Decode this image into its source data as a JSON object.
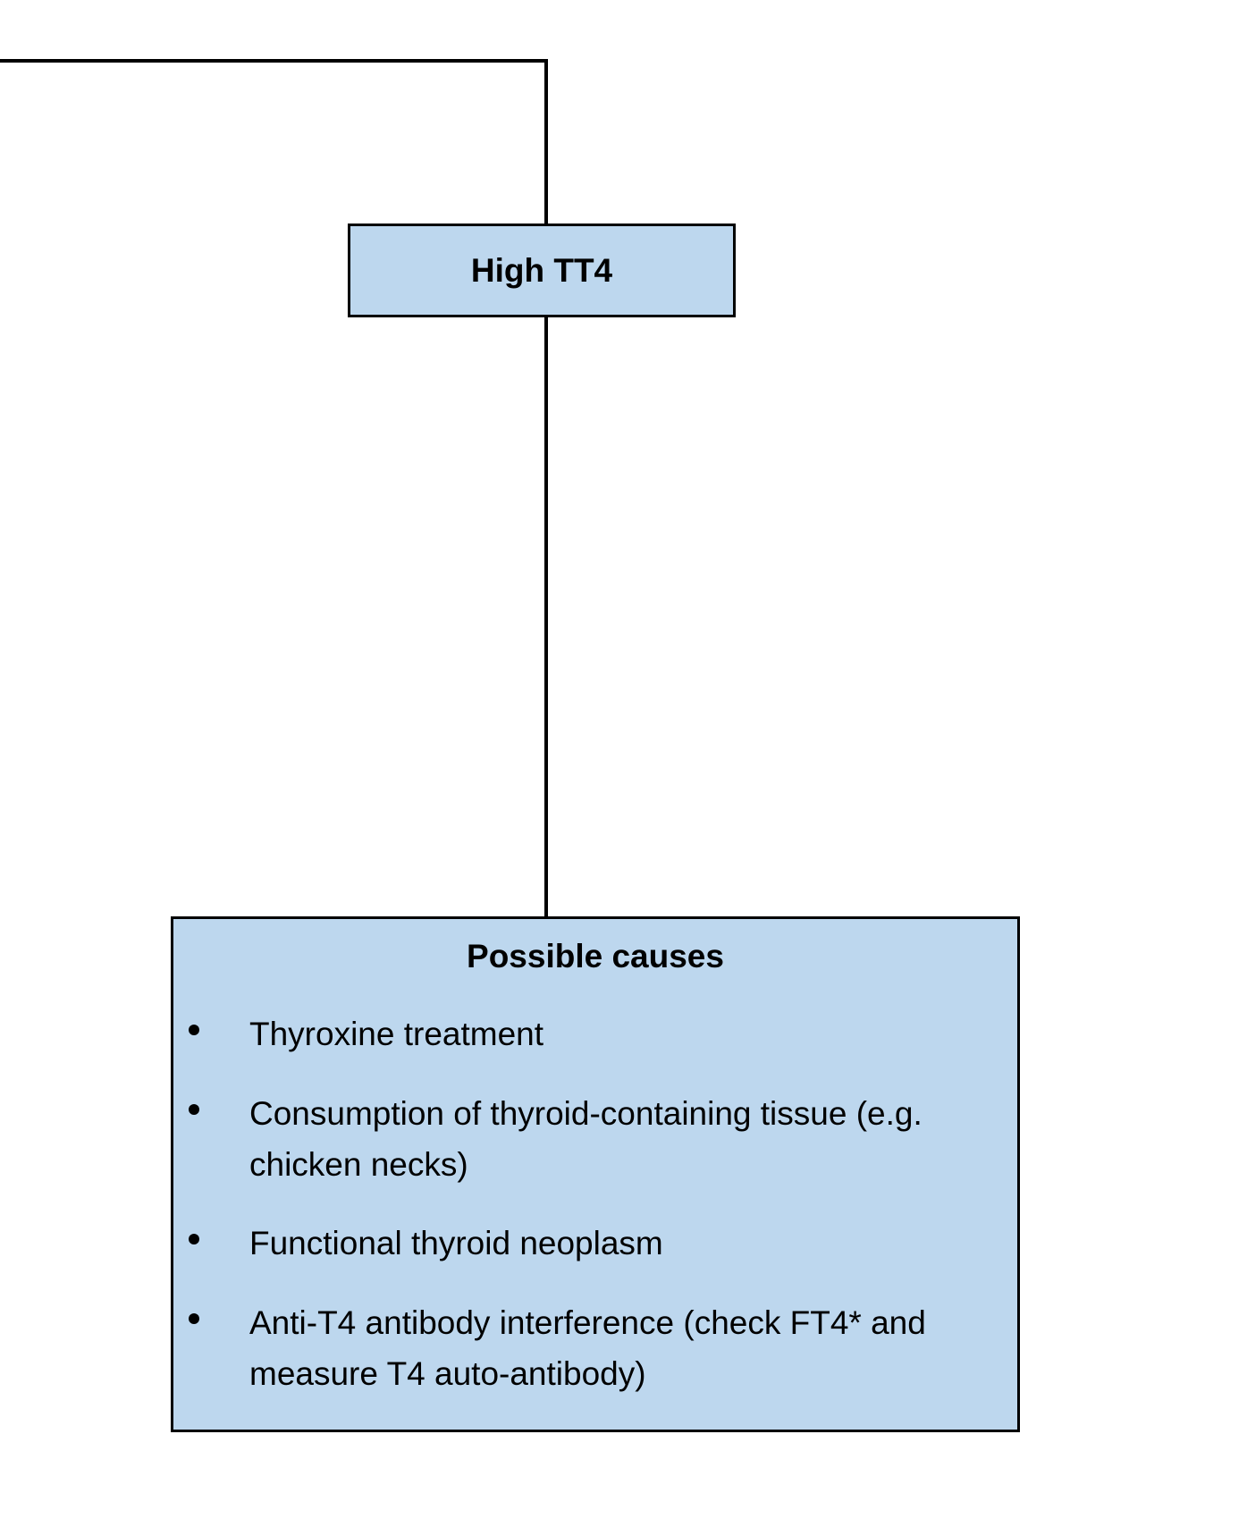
{
  "diagram": {
    "top_node": {
      "label": "High TT4"
    },
    "causes_box": {
      "title": "Possible causes",
      "items": [
        {
          "text": "Thyroxine treatment"
        },
        {
          "text": "Consumption of thyroid-containing tissue (e.g. chicken necks)"
        },
        {
          "text": "Functional thyroid neoplasm"
        },
        {
          "text": "Anti-T4 antibody interference (check FT4* and measure T4 auto-antibody)"
        }
      ]
    },
    "colors": {
      "box_fill": "#bdd7ee",
      "line": "#000000",
      "background": "#ffffff"
    }
  }
}
